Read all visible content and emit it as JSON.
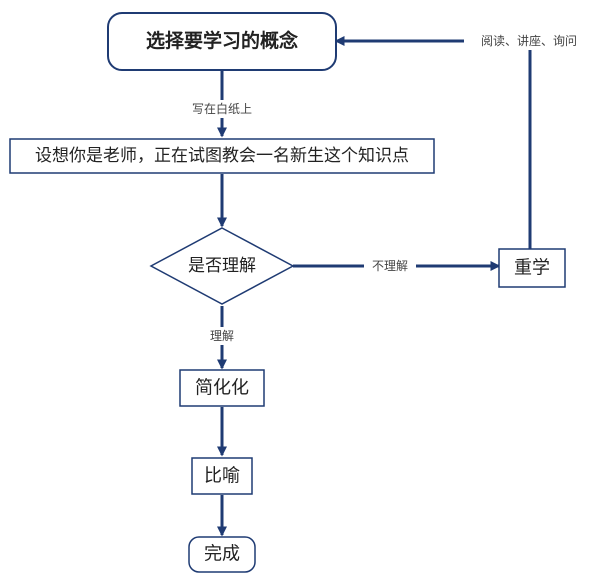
{
  "nodes": {
    "choose_concept": "选择要学习的概念",
    "teach_scenario": "设想你是老师，正在试图教会一名新生这个知识点",
    "understand_decision": "是否理解",
    "relearn": "重学",
    "simplify": "简化化",
    "analogy": "比喻",
    "done": "完成"
  },
  "edges": {
    "write_on_paper": "写在白纸上",
    "not_understood": "不理解",
    "understood": "理解",
    "read_lecture_ask": "阅读、讲座、询问"
  },
  "colors": {
    "line": "#1f3b73",
    "node_border": "#1f3b73",
    "node_fill": "#ffffff",
    "text": "#222222",
    "edge_text": "#444444"
  }
}
